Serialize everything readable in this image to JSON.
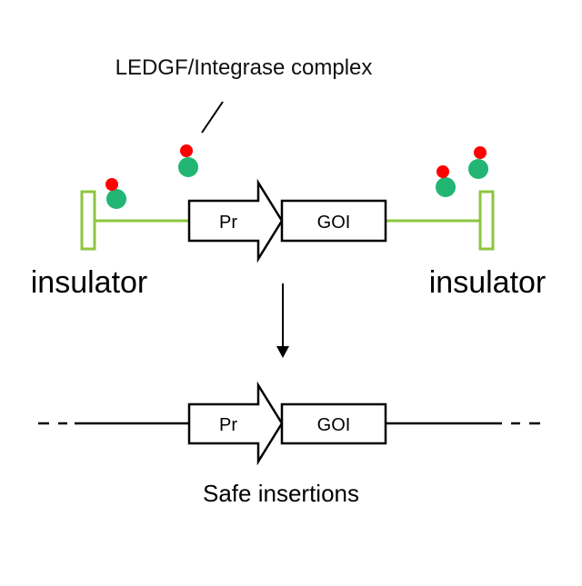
{
  "labels": {
    "complex": "LEDGF/Integrase complex",
    "insulator_left": "insulator",
    "insulator_right": "insulator",
    "promoter": "Pr",
    "gene": "GOI",
    "result": "Safe insertions"
  },
  "colors": {
    "insulator": "#8cc63f",
    "integrase": "#22b573",
    "ledgf": "#ff0000",
    "line": "#000000"
  }
}
